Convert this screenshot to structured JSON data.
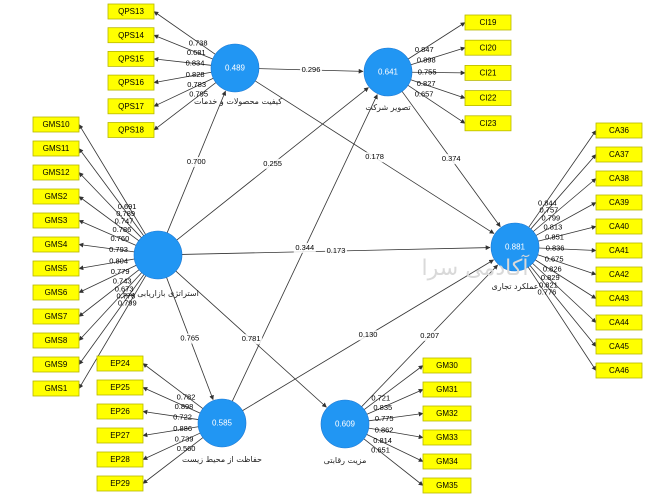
{
  "constructs": {
    "qps": {
      "name": "کیفیت محصولات و خدمات",
      "value": "0.489"
    },
    "ci": {
      "name": "تصویر شرکت",
      "value": "0.641"
    },
    "gms": {
      "name": "استراتژی بازاریابی سبز",
      "value": ""
    },
    "ca": {
      "name": "عملکرد تجاری",
      "value": "0.881"
    },
    "ep": {
      "name": "حفاظت از محیط زیست",
      "value": "0.585"
    },
    "gm": {
      "name": "مزیت رقابتی",
      "value": "0.609"
    }
  },
  "indicators": {
    "qps": [
      {
        "label": "QPS13",
        "loading": "0.738"
      },
      {
        "label": "QPS14",
        "loading": "0.681"
      },
      {
        "label": "QPS15",
        "loading": "0.834"
      },
      {
        "label": "QPS16",
        "loading": "0.828"
      },
      {
        "label": "QPS17",
        "loading": "0.783"
      },
      {
        "label": "QPS18",
        "loading": "0.795"
      }
    ],
    "ci": [
      {
        "label": "CI19",
        "loading": "0.847"
      },
      {
        "label": "CI20",
        "loading": "0.898"
      },
      {
        "label": "CI21",
        "loading": "0.755"
      },
      {
        "label": "CI22",
        "loading": "0.827"
      },
      {
        "label": "CI23",
        "loading": "0.657"
      }
    ],
    "gms": [
      {
        "label": "GMS10",
        "loading": "0.691"
      },
      {
        "label": "GMS11",
        "loading": "0.789"
      },
      {
        "label": "GMS12",
        "loading": "0.747"
      },
      {
        "label": "GMS2",
        "loading": "0.786"
      },
      {
        "label": "GMS3",
        "loading": "0.760"
      },
      {
        "label": "GMS4",
        "loading": "0.793"
      },
      {
        "label": "GMS5",
        "loading": "0.804"
      },
      {
        "label": "GMS6",
        "loading": "0.779"
      },
      {
        "label": "GMS7",
        "loading": "0.743"
      },
      {
        "label": "GMS8",
        "loading": "0.673"
      },
      {
        "label": "GMS9",
        "loading": "0.776"
      },
      {
        "label": "GMS1",
        "loading": "0.799"
      }
    ],
    "ca": [
      {
        "label": "CA36",
        "loading": "0.844"
      },
      {
        "label": "CA37",
        "loading": "0.757"
      },
      {
        "label": "CA38",
        "loading": "0.799"
      },
      {
        "label": "CA39",
        "loading": "0.813"
      },
      {
        "label": "CA40",
        "loading": "0.851"
      },
      {
        "label": "CA41",
        "loading": "0.836"
      },
      {
        "label": "CA42",
        "loading": "0.675"
      },
      {
        "label": "CA43",
        "loading": "0.826"
      },
      {
        "label": "CA44",
        "loading": "0.829"
      },
      {
        "label": "CA45",
        "loading": "0.821"
      },
      {
        "label": "CA46",
        "loading": "0.776"
      }
    ],
    "ep": [
      {
        "label": "EP24",
        "loading": "0.782"
      },
      {
        "label": "EP25",
        "loading": "0.898"
      },
      {
        "label": "EP26",
        "loading": "0.722"
      },
      {
        "label": "EP27",
        "loading": "0.886"
      },
      {
        "label": "EP28",
        "loading": "0.739"
      },
      {
        "label": "EP29",
        "loading": "0.560"
      }
    ],
    "gm": [
      {
        "label": "GM30",
        "loading": "0.721"
      },
      {
        "label": "GM31",
        "loading": "0.835"
      },
      {
        "label": "GM32",
        "loading": "0.775"
      },
      {
        "label": "GM33",
        "loading": "0.862"
      },
      {
        "label": "GM34",
        "loading": "0.814"
      },
      {
        "label": "GM35",
        "loading": "0.651"
      }
    ]
  },
  "paths": [
    {
      "from": "qps",
      "to": "ci",
      "coef": "0.296"
    },
    {
      "from": "qps",
      "to": "ca",
      "coef": "0.178"
    },
    {
      "from": "gms",
      "to": "qps",
      "coef": "0.700"
    },
    {
      "from": "gms",
      "to": "ci",
      "coef": "0.255"
    },
    {
      "from": "gms",
      "to": "ca",
      "coef": "0.173"
    },
    {
      "from": "gms",
      "to": "ep",
      "coef": "0.765"
    },
    {
      "from": "gms",
      "to": "gm",
      "coef": "0.781"
    },
    {
      "from": "ep",
      "to": "ci",
      "coef": "0.344"
    },
    {
      "from": "ep",
      "to": "ca",
      "coef": "0.130"
    },
    {
      "from": "gm",
      "to": "ca",
      "coef": "0.207"
    },
    {
      "from": "ci",
      "to": "ca",
      "coef": "0.374"
    }
  ],
  "watermark": "آکادمی سرا",
  "colors": {
    "construct": "#2196f3",
    "indicator": "#ffff00"
  }
}
